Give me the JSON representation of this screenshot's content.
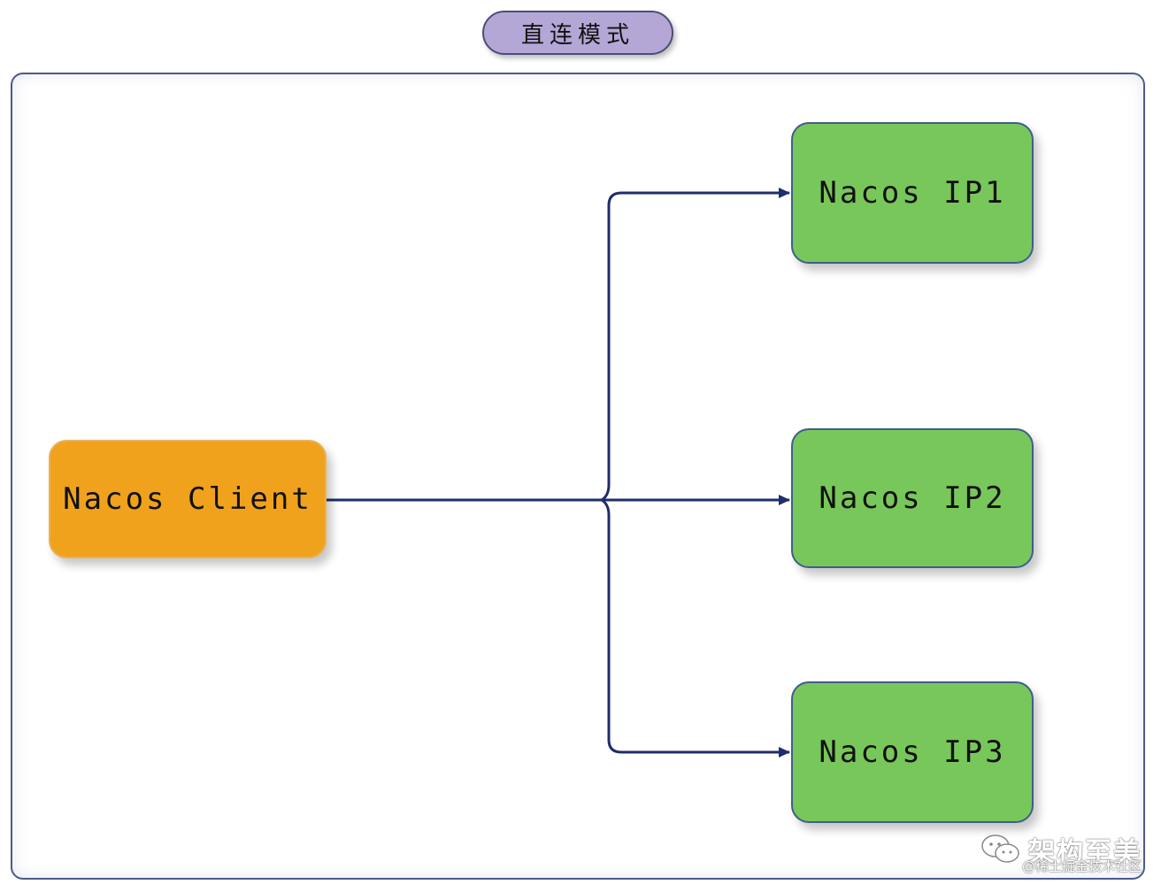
{
  "title": "直连模式",
  "nodes": {
    "client": "Nacos Client",
    "servers": [
      "Nacos IP1",
      "Nacos IP2",
      "Nacos IP3"
    ]
  },
  "watermark": {
    "main": "架构至美",
    "sub": "@稀土掘金技术社区",
    "icon": "wechat-icon"
  },
  "colors": {
    "client_fill": "#f0a21c",
    "server_fill": "#78c75a",
    "title_fill": "#b4a7d6",
    "connector": "#1f2d6b",
    "frame_border": "#4b5a8c"
  }
}
